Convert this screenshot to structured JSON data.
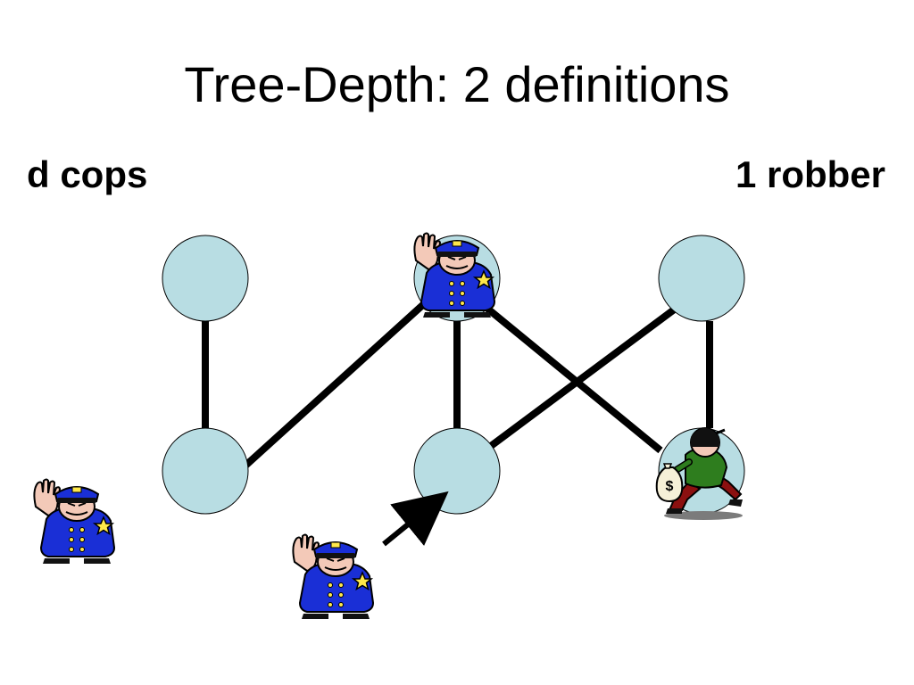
{
  "slide": {
    "title": "Tree-Depth: 2 definitions",
    "left_label": "d cops",
    "right_label": "1 robber"
  },
  "graph": {
    "node_fill": "#b8dde3",
    "edge_color": "#000000",
    "nodes": [
      {
        "id": "top-left"
      },
      {
        "id": "top-middle"
      },
      {
        "id": "top-right"
      },
      {
        "id": "bottom-left"
      },
      {
        "id": "bottom-middle"
      },
      {
        "id": "bottom-right"
      }
    ],
    "edges": [
      {
        "from": "top-left",
        "to": "bottom-left"
      },
      {
        "from": "bottom-left",
        "to": "top-middle"
      },
      {
        "from": "top-middle",
        "to": "bottom-middle"
      },
      {
        "from": "top-middle",
        "to": "bottom-right"
      },
      {
        "from": "bottom-middle",
        "to": "top-right"
      },
      {
        "from": "top-right",
        "to": "bottom-right"
      }
    ]
  },
  "figures": {
    "cop_uniform_color": "#1a2fd6",
    "robber_shirt_color": "#2e7d1e",
    "robber_bag_symbol": "$",
    "cops": [
      {
        "id": "cop-on-top-middle"
      },
      {
        "id": "cop-waiting-left"
      },
      {
        "id": "cop-moving"
      }
    ],
    "robber": {
      "id": "robber-on-bottom-right"
    }
  },
  "icons": [
    "police-officer-icon",
    "robber-icon",
    "money-bag-icon",
    "arrow-icon"
  ]
}
